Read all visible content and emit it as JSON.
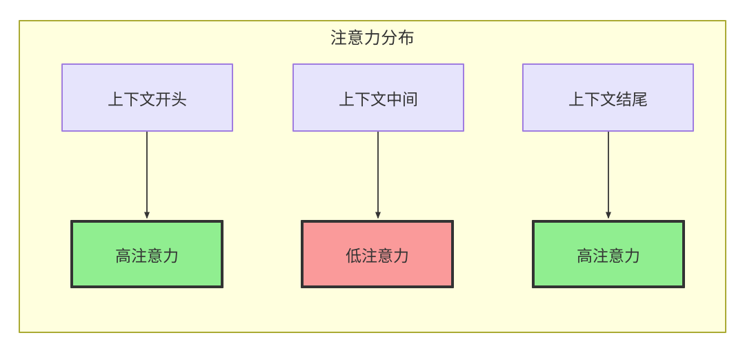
{
  "diagram": {
    "title": "注意力分布",
    "container": {
      "background_color": "#ffffde",
      "border_color": "#aaaa33"
    },
    "nodes": {
      "top": [
        {
          "id": "context-start",
          "label": "上下文开头",
          "fill": "#e6e4fc",
          "stroke": "#a07ce0"
        },
        {
          "id": "context-middle",
          "label": "上下文中间",
          "fill": "#e6e4fc",
          "stroke": "#a07ce0"
        },
        {
          "id": "context-end",
          "label": "上下文结尾",
          "fill": "#e6e4fc",
          "stroke": "#a07ce0"
        }
      ],
      "bottom": [
        {
          "id": "attention-high-start",
          "label": "高注意力",
          "fill": "#90ee90",
          "stroke": "#333333"
        },
        {
          "id": "attention-low-middle",
          "label": "低注意力",
          "fill": "#fa9a9a",
          "stroke": "#333333"
        },
        {
          "id": "attention-high-end",
          "label": "高注意力",
          "fill": "#90ee90",
          "stroke": "#333333"
        }
      ]
    },
    "edges": [
      {
        "from": "context-start",
        "to": "attention-high-start",
        "label": "",
        "color": "#333333"
      },
      {
        "from": "context-middle",
        "to": "attention-low-middle",
        "label": "",
        "color": "#333333"
      },
      {
        "from": "context-end",
        "to": "attention-high-end",
        "label": "",
        "color": "#333333"
      }
    ],
    "text_color": "#333333"
  }
}
